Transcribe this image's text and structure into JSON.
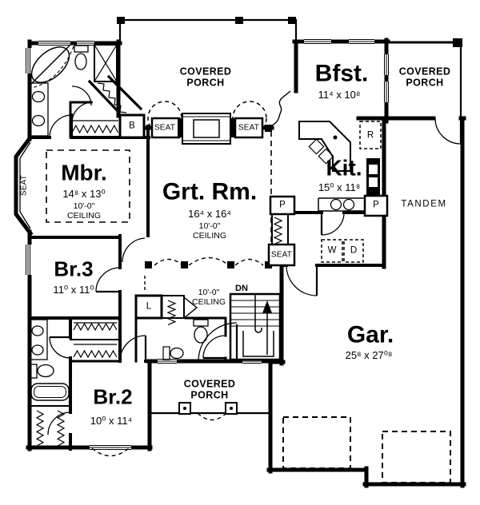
{
  "rooms": {
    "covered_porch_top": {
      "name": "COVERED\nPORCH"
    },
    "covered_porch_right": {
      "name": "COVERED\nPORCH"
    },
    "covered_porch_bottom": {
      "name": "COVERED\nPORCH"
    },
    "bfst": {
      "name": "Bfst.",
      "dims": "11⁴ x 10⁸"
    },
    "mbr": {
      "name": "Mbr.",
      "dims": "14⁸ x 13⁰",
      "ceiling": "10'-0\"\nCEILING"
    },
    "grt_rm": {
      "name": "Grt. Rm.",
      "dims": "16⁴ x 16⁴",
      "ceiling": "10'-0\"\nCEILING"
    },
    "kit": {
      "name": "Kit.",
      "dims": "15⁰ x 11⁸"
    },
    "tandem": {
      "name": "TANDEM"
    },
    "br3": {
      "name": "Br.3",
      "dims": "11⁰ x 11⁰"
    },
    "hall": {
      "ceiling": "10'-0\"\nCEILING"
    },
    "gar": {
      "name": "Gar.",
      "dims": "25⁸ x 27⁰⁸"
    },
    "br2": {
      "name": "Br.2",
      "dims": "10⁰ x 11⁴"
    }
  },
  "annotations": {
    "seat": "SEAT",
    "stairs_dn": "DN",
    "closet_b": "B",
    "fridge_r": "R",
    "pantry_p": "P",
    "washer_w": "W",
    "dryer_d": "D",
    "linen_l": "L"
  },
  "colors": {
    "ink": "#000000",
    "paper": "#ffffff"
  }
}
